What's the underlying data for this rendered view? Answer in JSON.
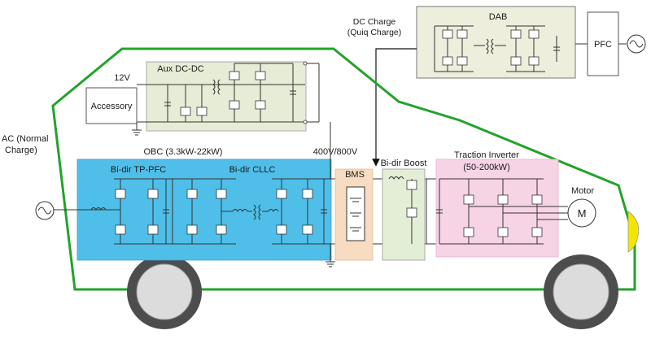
{
  "title": "",
  "labels": {
    "dc_charge": "DC Charge",
    "dc_charge_sub": "(Quiq Charge)",
    "dab": "DAB",
    "pfc": "PFC",
    "v12": "12V",
    "accessory": "Accessory",
    "aux_dcdc": "Aux DC-DC",
    "ac_charge": "AC (Normal",
    "ac_charge_sub": "Charge)",
    "obc": "OBC (3.3kW-22kW)",
    "bidir_tp_pfc": "Bi-dir TP-PFC",
    "bidir_cllc": "Bi-dir CLLC",
    "hv_bus": "400V/800V",
    "bms": "BMS",
    "bidir_boost": "Bi-dir Boost",
    "traction_inverter": "Traction Inverter",
    "traction_power": "(50-200kW)",
    "motor": "Motor",
    "motor_symbol": "M"
  },
  "colors": {
    "vehicle_outline": "#22a32a",
    "dab_block": "#eeeedd",
    "aux_block": "#e6ecd6",
    "obc_block": "#4fbfe9",
    "bms_block": "#f7dcc2",
    "boost_block": "#e3eed7",
    "inverter_block": "#f7d3e6",
    "headlight": "#f2e500",
    "wheel_tire": "#4d4d4d",
    "wheel_hub": "#dcdcdc"
  },
  "icons": {
    "ac_source": "sine-wave-source-icon",
    "grid_source": "sine-wave-source-icon",
    "switches": "mosfet-switch-icon",
    "battery": "battery-stack-icon",
    "motor": "motor-icon",
    "ground": "ground-icon"
  }
}
